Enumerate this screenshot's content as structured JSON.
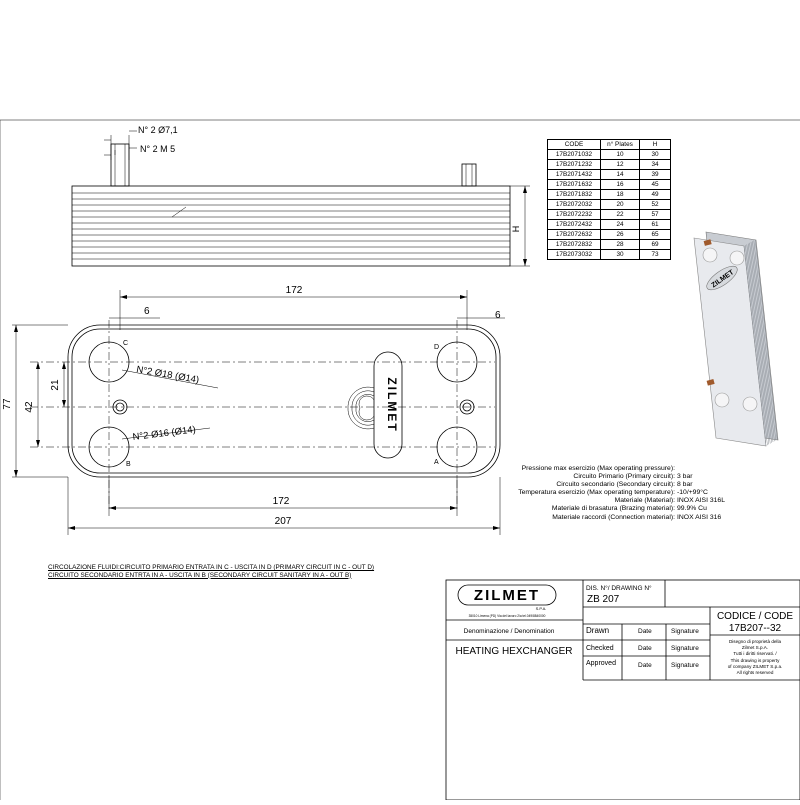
{
  "dimensions": {
    "top_view": {
      "connection_diameter": "N° 2 Ø7,1",
      "connection_thread": "N° 2 M 5",
      "height_label": "H"
    },
    "plate_view": {
      "inner_length": "172",
      "side_offset_left": "6",
      "side_offset_right": "6",
      "port_spacing_half": "21",
      "port_spacing": "42",
      "total_height": "77",
      "bottom_inner_length": "172",
      "total_length": "207",
      "ports_upper": "N°2 Ø18 (Ø14)",
      "ports_lower": "N°2 Ø16 (Ø14)",
      "port_c": "C",
      "port_d": "D",
      "port_b": "B",
      "port_a": "A",
      "plate_logo": "ZILMET"
    }
  },
  "code_table": {
    "headers": [
      "CODE",
      "n° Plates",
      "H"
    ],
    "rows": [
      [
        "17B2071032",
        "10",
        "30"
      ],
      [
        "17B2071232",
        "12",
        "34"
      ],
      [
        "17B2071432",
        "14",
        "39"
      ],
      [
        "17B2071632",
        "16",
        "45"
      ],
      [
        "17B2071832",
        "18",
        "49"
      ],
      [
        "17B2072032",
        "20",
        "52"
      ],
      [
        "17B2072232",
        "22",
        "57"
      ],
      [
        "17B2072432",
        "24",
        "61"
      ],
      [
        "17B2072632",
        "26",
        "65"
      ],
      [
        "17B2072832",
        "28",
        "69"
      ],
      [
        "17B2073032",
        "30",
        "73"
      ]
    ]
  },
  "specs": [
    {
      "label": "Pressione max esercizio (Max operating pressure):",
      "value": ""
    },
    {
      "label": "Circuito Primario (Primary circuit):",
      "value": "3 bar"
    },
    {
      "label": "Circuito secondario (Secondary circuit):",
      "value": "8 bar"
    },
    {
      "label": "Temperatura esercizio (Max operating temperature):",
      "value": "-10/+99°C"
    },
    {
      "label": "Materiale (Material):",
      "value": "INOX AISI 316L"
    },
    {
      "label": "Materiale di brasatura (Brazing material):",
      "value": "99.9% Cu"
    },
    {
      "label": "Materiale raccordi (Connection material):",
      "value": "INOX AISI 316"
    }
  ],
  "circulation": {
    "line1": "CIRCOLAZIONE FLUIDI:CIRCUITO PRIMARIO ENTRATA IN C - USCITA IN D (PRIMARY CIRCUIT IN C - OUT D)",
    "line2": "CIRCUITO SECONDARIO ENTRTA IN A - USCITA IN B (SECONDARY CIRCUIT SANITARY IN A - OUT B)"
  },
  "title_block": {
    "company_logo": "ZILMET",
    "company_sub": "S.P.A.",
    "company_address": "35010 Limena (PD) Via del lavoro 2/a tel.049/8840000",
    "denomination_label": "Denominazione / Denomination",
    "product_name": "HEATING HEXCHANGER",
    "drawing_no_label": "DIS. N°/ DRAWING N°",
    "drawing_no": "ZB 207",
    "code_label": "CODICE / CODE",
    "code": "17B207--32",
    "drawn": "Drawn",
    "checked": "Checked",
    "approved": "Approved",
    "date": "Date",
    "signature": "Signature",
    "ownership_it_1": "Disegno di proprietà della",
    "ownership_it_2": "Zilmet S.p.A.",
    "ownership_it_3": "Tutti i diritti riservati. /",
    "ownership_en_1": "This drawing is property",
    "ownership_en_2": "of company ZILMET S.p.a.",
    "ownership_en_3": "All rights reserved"
  },
  "render_logo": "ZILMET"
}
